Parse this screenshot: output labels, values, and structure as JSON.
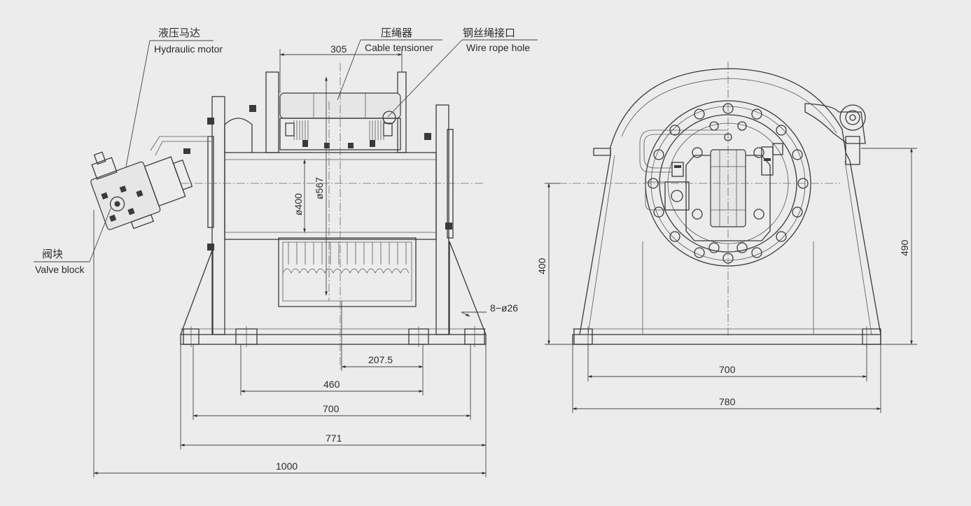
{
  "labels": {
    "hydraulic_motor_cn": "液压马达",
    "hydraulic_motor_en": "Hydraulic motor",
    "cable_tensioner_cn": "压绳器",
    "cable_tensioner_en": "Cable tensioner",
    "wire_rope_hole_cn": "钢丝绳接口",
    "wire_rope_hole_en": "Wire rope hole",
    "valve_block_cn": "阀块",
    "valve_block_en": "Valve block"
  },
  "dimensions": {
    "top_305": "305",
    "dia_400": "ø400",
    "dia_567": "ø567",
    "holes": "8−ø26",
    "d_207_5": "207.5",
    "d_460": "460",
    "d_700_front": "700",
    "d_771": "771",
    "d_1000": "1000",
    "d_400_side": "400",
    "d_490": "490",
    "d_700_side": "700",
    "d_780": "780"
  }
}
